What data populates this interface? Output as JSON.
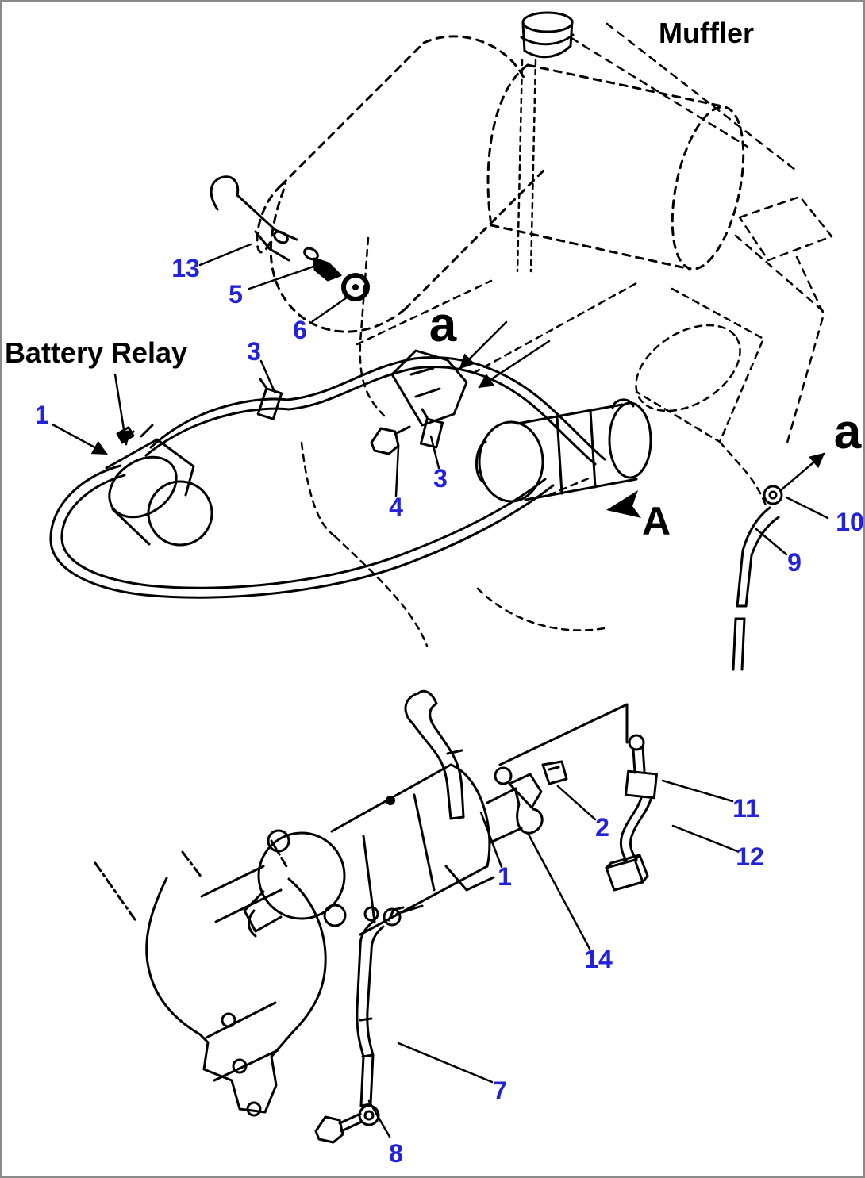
{
  "diagram": {
    "colors": {
      "line": "#000000",
      "label": "#000000",
      "callout": "#2222dd",
      "background": "#ffffff",
      "border": "#8a8a8a"
    },
    "labels": {
      "muffler": "Muffler",
      "battery_relay": "Battery Relay"
    },
    "view_letters": {
      "a_center": "a",
      "a_right": "a",
      "arrow_view": "A"
    },
    "callouts": [
      {
        "num": "13"
      },
      {
        "num": "5"
      },
      {
        "num": "6"
      },
      {
        "num": "3"
      },
      {
        "num": "1"
      },
      {
        "num": "3"
      },
      {
        "num": "4"
      },
      {
        "num": "10"
      },
      {
        "num": "9"
      },
      {
        "num": "2"
      },
      {
        "num": "1"
      },
      {
        "num": "11"
      },
      {
        "num": "12"
      },
      {
        "num": "14"
      },
      {
        "num": "7"
      },
      {
        "num": "8"
      }
    ]
  }
}
